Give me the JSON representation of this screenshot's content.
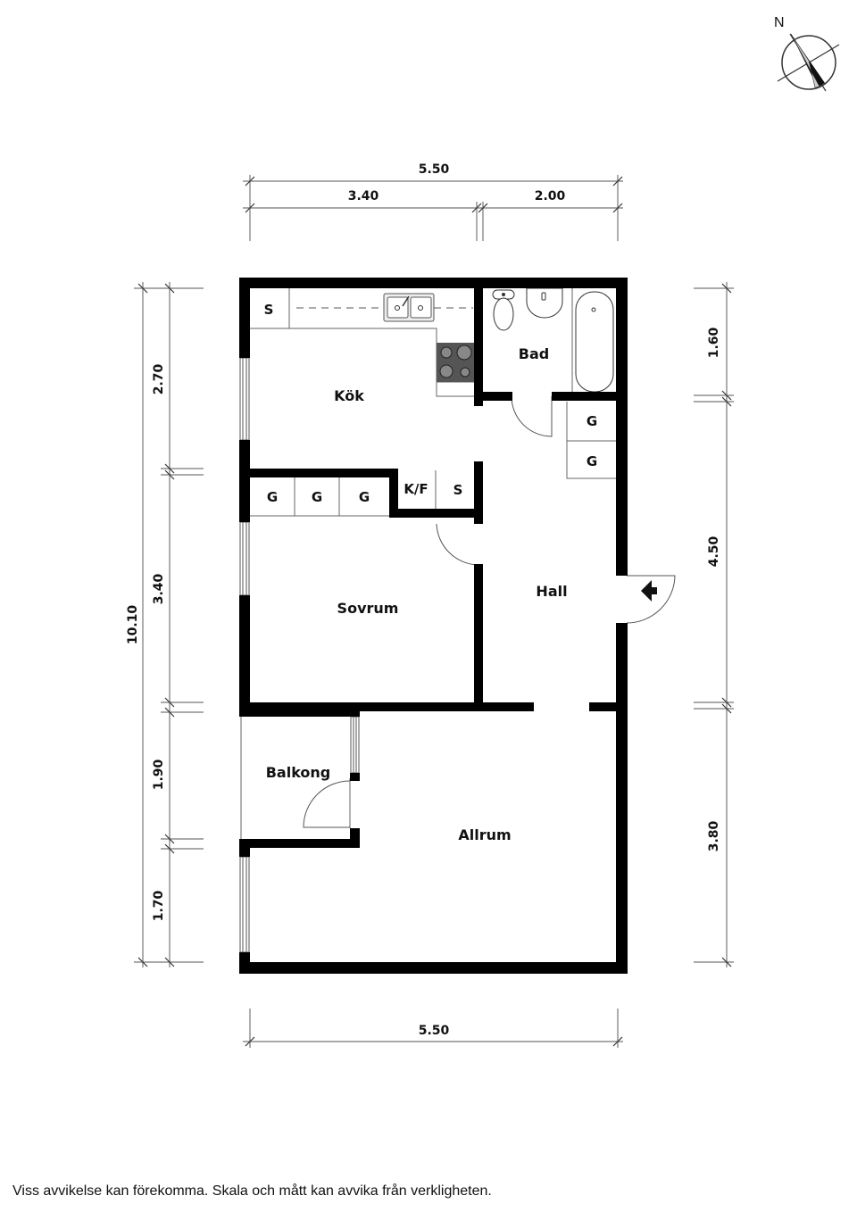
{
  "compass": {
    "label": "N"
  },
  "rooms": {
    "kok": "Kök",
    "bad": "Bad",
    "hall": "Hall",
    "sovrum": "Sovrum",
    "balkong": "Balkong",
    "allrum": "Allrum"
  },
  "storage": {
    "kitchen_s": "S",
    "hall_g1": "G",
    "hall_g2": "G",
    "sovrum_g1": "G",
    "sovrum_g2": "G",
    "sovrum_g3": "G",
    "kf": "K/F",
    "s2": "S"
  },
  "dimensions": {
    "top_total": "5.50",
    "top_left": "3.40",
    "top_right": "2.00",
    "left_total": "10.10",
    "left_1": "2.70",
    "left_2": "3.40",
    "left_3": "1.90",
    "left_4": "1.70",
    "right_1": "1.60",
    "right_2": "4.50",
    "right_3": "3.80",
    "bottom_total": "5.50"
  },
  "disclaimer": "Viss avvikelse kan förekomma. Skala och mått kan avvika från verkligheten."
}
